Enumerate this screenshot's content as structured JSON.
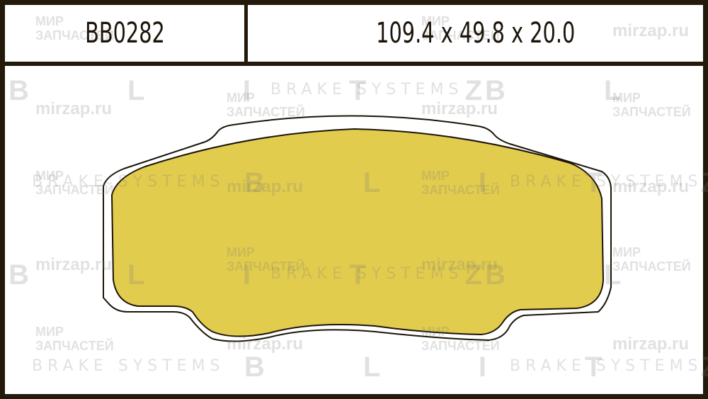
{
  "header": {
    "part_code": "BB0282",
    "dimensions": "109.4 x 49.8 x 20.0"
  },
  "watermarks": {
    "brand": "B L I T Z",
    "tagline": "BRAKE SYSTEMS",
    "site": "mirzap.ru",
    "shop_line1": "МИР",
    "shop_line2": "ЗАПЧАСТЕЙ"
  },
  "pad": {
    "backing_plate_color": "#ffffff",
    "friction_material_color": "#e2cc4e",
    "outline_color": "#1c140a"
  },
  "colors": {
    "frame_border": "#241a0c",
    "watermark": "#c8c8c8"
  }
}
